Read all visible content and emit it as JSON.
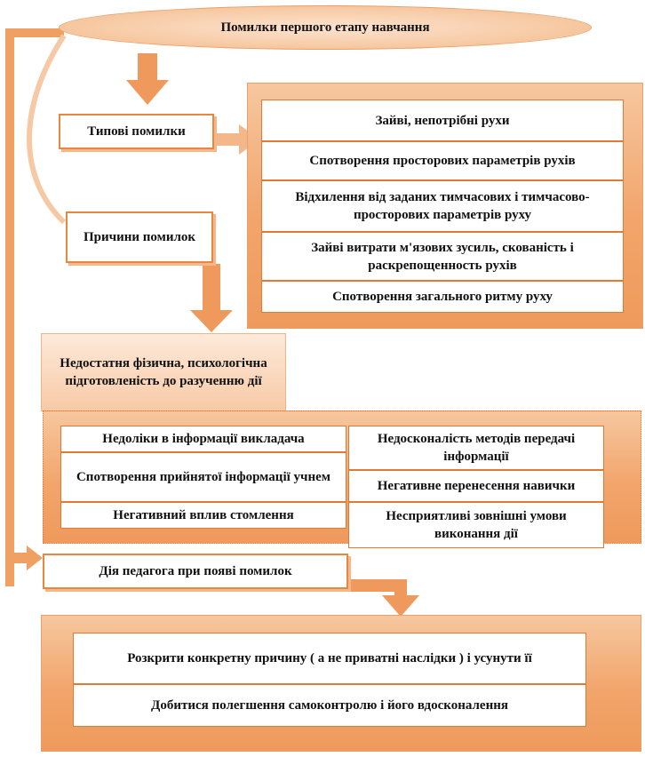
{
  "title": "Помилки першого етапу навчання",
  "typical": {
    "label": "Типові помилки",
    "items": [
      "Зайві, непотрібні рухи",
      "Спотворення просторових параметрів рухів",
      "Відхилення від заданих тимчасових і тимчасово-просторових параметрів руху",
      "Зайві витрати м'язових зусиль, скованість і раскрепощенность рухів",
      "Спотворення загального ритму руху"
    ]
  },
  "causes": {
    "label": "Причини помилок",
    "main": "Недостатня фізична, психологічна підготовленість до разученню дії",
    "left": [
      "Недоліки в інформації викладача",
      "Спотворення прийнятої інформації учнем",
      "Негативний вплив стомлення"
    ],
    "right": [
      "Недосконалість методів передачі інформації",
      "Негативне перенесення навички",
      "Несприятливі зовнішні умови виконання дії"
    ]
  },
  "actions": {
    "label": "Дія педагога при появі помилок",
    "items": [
      "Розкрити конкретну причину ( а не приватні наслідки ) і усунути її",
      "Добитися полегшення самоконтролю і його вдосконалення"
    ]
  },
  "colors": {
    "accent": "#ef9a5c",
    "border": "#e07a35",
    "light": "#fde9da"
  }
}
